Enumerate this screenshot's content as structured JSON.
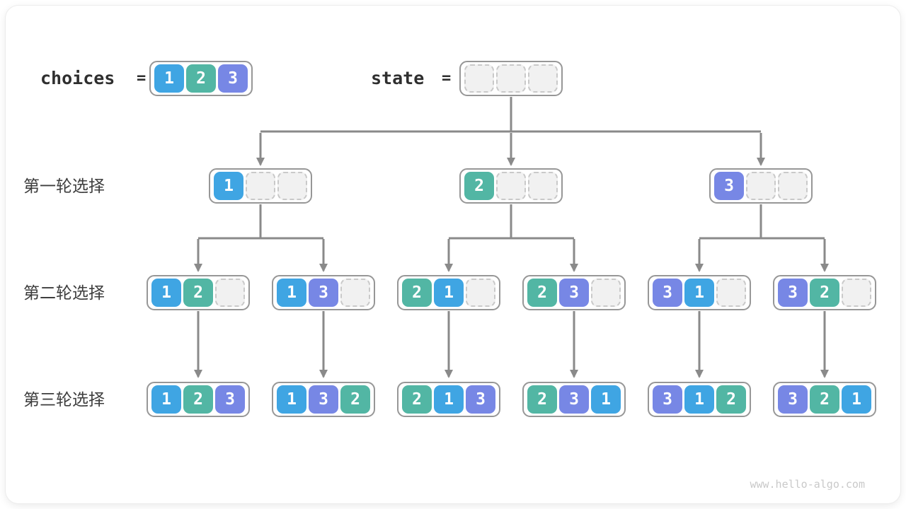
{
  "header": {
    "choices_label": "choices",
    "equals": "=",
    "state_label": "state",
    "choices": [
      1,
      2,
      3
    ],
    "state_slots": 3
  },
  "colors": {
    "1": "#3fa5e3",
    "2": "#52b6a4",
    "3": "#7787e5",
    "empty_fill": "#f1f1f1",
    "empty_border": "#c9c9c9",
    "node_border": "#979797",
    "arrow": "#8a8a8a"
  },
  "rows": [
    {
      "label": "第一轮选择",
      "nodes": [
        [
          1,
          null,
          null
        ],
        [
          2,
          null,
          null
        ],
        [
          3,
          null,
          null
        ]
      ]
    },
    {
      "label": "第二轮选择",
      "nodes": [
        [
          1,
          2,
          null
        ],
        [
          1,
          3,
          null
        ],
        [
          2,
          1,
          null
        ],
        [
          2,
          3,
          null
        ],
        [
          3,
          1,
          null
        ],
        [
          3,
          2,
          null
        ]
      ]
    },
    {
      "label": "第三轮选择",
      "nodes": [
        [
          1,
          2,
          3
        ],
        [
          1,
          3,
          2
        ],
        [
          2,
          1,
          3
        ],
        [
          2,
          3,
          1
        ],
        [
          3,
          1,
          2
        ],
        [
          3,
          2,
          1
        ]
      ]
    }
  ],
  "watermark": "www.hello-algo.com"
}
